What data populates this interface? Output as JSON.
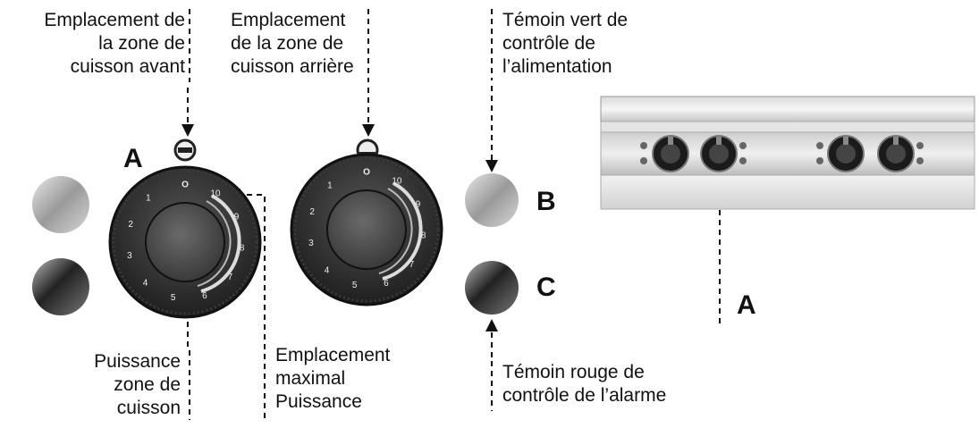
{
  "labels": {
    "front_zone": "Emplacement de\nla zone de\ncuisson avant",
    "rear_zone": "Emplacement\nde la zone de\ncuisson arrière",
    "green_light": "Témoin vert de\ncontrôle de\nl’alimentation",
    "zone_power": "Puissance\nzone de\ncuisson",
    "max_power": "Emplacement\nmaximal\nPuissance",
    "red_light": "Témoin rouge de\ncontrôle de l’alarme"
  },
  "letters": {
    "a_main": "A",
    "b": "B",
    "c": "C",
    "a_panel": "A"
  },
  "dial_numbers": [
    "O",
    "10",
    "9",
    "8",
    "7",
    "6",
    "5",
    "4",
    "3",
    "2",
    "1"
  ]
}
